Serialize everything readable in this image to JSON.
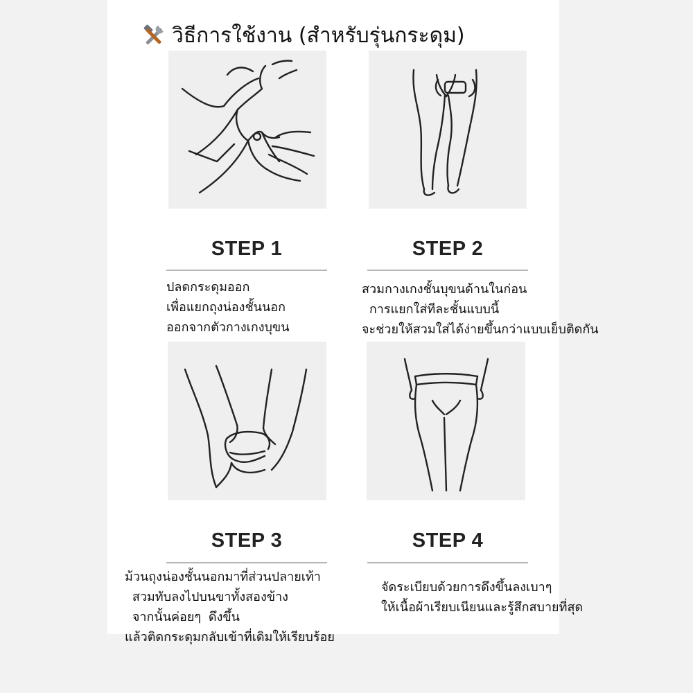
{
  "title": {
    "icon": "hammer-wrench-icon",
    "text": "วิธีการใช้งาน (สำหรับรุ่นกระดุม)"
  },
  "steps": [
    {
      "label": "STEP 1",
      "icon": "unbutton-hands-illustration",
      "description": "ปลดกระดุมออก\nเพื่อแยกถุงน่องชั้นนอก\nออกจากตัวกางเกงบุขน"
    },
    {
      "label": "STEP 2",
      "icon": "put-on-legs-illustration",
      "description": "สวมกางเกงชั้นบุขนด้านในก่อน\n การแยกใส่ทีละชั้นแบบนี้\nจะช่วยให้สวมใส่ได้ง่ายขึ้นกว่าแบบเย็บติดกัน"
    },
    {
      "label": "STEP 3",
      "icon": "roll-on-feet-illustration",
      "description": "ม้วนถุงน่องชั้นนอกมาที่ส่วนปลายเท้า\n สวมทับลงไปบนขาทั้งสองข้าง\n จากนั้นค่อยๆ ดึงขึ้น\nแล้วติดกระดุมกลับเข้าที่เดิมให้เรียบร้อย"
    },
    {
      "label": "STEP 4",
      "icon": "adjust-waist-illustration",
      "description": "จัดระเบียบด้วยการดึงขึ้นลงเบาๆ\nให้เนื้อผ้าเรียบเนียนและรู้สึกสบายที่สุด"
    }
  ],
  "colors": {
    "panel": "#efefef",
    "line": "#222222",
    "rule": "#b5b5b5"
  }
}
